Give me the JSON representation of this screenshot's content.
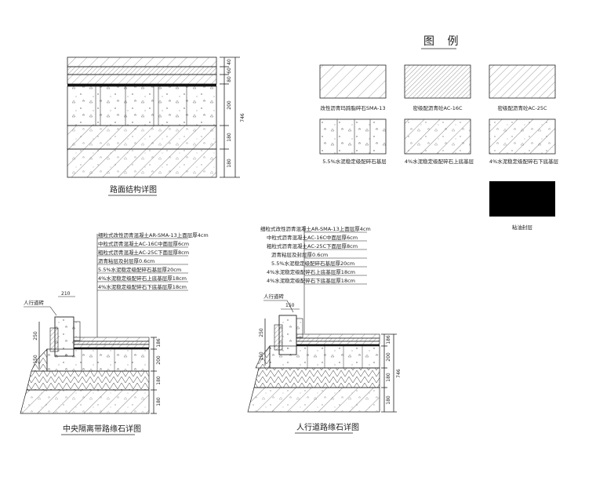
{
  "legend": {
    "title": "图 例",
    "items": [
      {
        "label": "改性沥青玛蹄脂碎石SMA-13",
        "pattern": "hatch-sparse"
      },
      {
        "label": "密级配沥青砼AC-16C",
        "pattern": "hatch-dense"
      },
      {
        "label": "密级配沥青砼AC-25C",
        "pattern": "hatch-medium"
      },
      {
        "label": "5.5%水泥稳定级配碎石基层",
        "pattern": "concrete-vertical"
      },
      {
        "label": "4%水泥稳定级配碎石上底基层",
        "pattern": "concrete-hatch"
      },
      {
        "label": "4%水泥稳定级配碎石下底基层",
        "pattern": "concrete-hatch"
      },
      {
        "label": "粘油封层",
        "pattern": "solid-black"
      }
    ]
  },
  "pavement": {
    "caption": "路面结构详图",
    "layer_dims": [
      "40",
      "60",
      "80",
      "200",
      "180",
      "180"
    ],
    "total_dim": "746"
  },
  "median": {
    "caption": "中央隔离带路缘石详图",
    "side_label": "人行道砖",
    "top_dim": "210",
    "notes": [
      "细粒式改性沥青混凝土AR-SMA-13上面层厚4cm",
      "中粒式沥青混凝土AC-16C中面层厚6cm",
      "粗粒式沥青混凝土AC-25C下面层厚8cm",
      "沥青粘层及封层厚0.6cm",
      "5.5%水泥稳定级配碎石基层厚20cm",
      "4%水泥稳定级配碎石上底基层厚18cm",
      "4%水泥稳定级配碎石下底基层厚18cm"
    ],
    "dims_left": [
      "250",
      "150"
    ],
    "dims_right": [
      "186",
      "200",
      "180",
      "180"
    ]
  },
  "sidewalk": {
    "caption": "人行道路缘石详图",
    "side_label": "人行道砖",
    "top_dim": "150",
    "notes": [
      "细粒式改性沥青混凝土AR-SMA-13上面层厚4cm",
      "中粒式沥青混凝土AC-16C中面层厚6cm",
      "粗粒式沥青混凝土AC-25C下面层厚8cm",
      "沥青粘层及封层厚0.6cm",
      "5.5%水泥稳定级配碎石基层厚20cm",
      "4%水泥稳定级配碎石上底基层厚18cm",
      "4%水泥稳定级配碎石下底基层厚18cm"
    ],
    "dims_left": [
      "250",
      "150"
    ],
    "dims_right": [
      "186",
      "200",
      "180",
      "180"
    ],
    "total_dim": "746"
  }
}
